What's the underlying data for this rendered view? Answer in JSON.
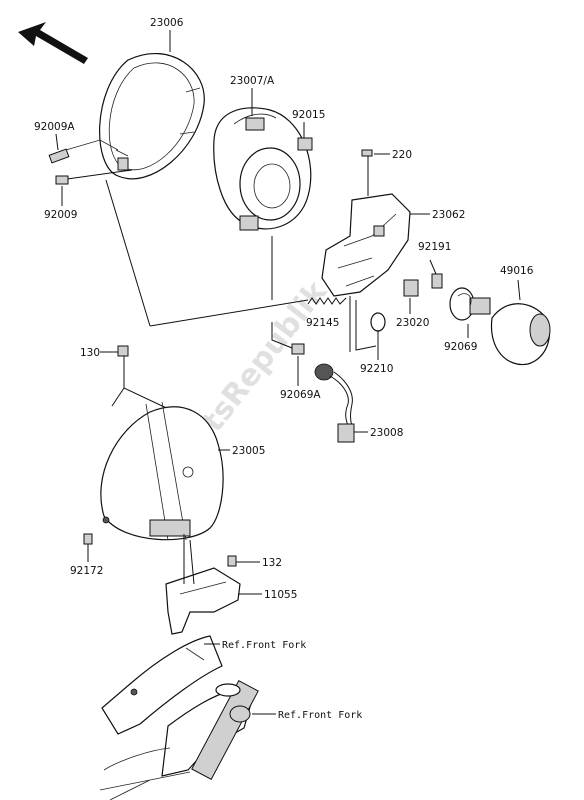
{
  "watermark": "PartsRepublik",
  "parts": [
    {
      "id": "p-23006",
      "number": "23006"
    },
    {
      "id": "p-23007A",
      "number": "23007/A"
    },
    {
      "id": "p-92015",
      "number": "92015"
    },
    {
      "id": "p-92009A",
      "number": "92009A"
    },
    {
      "id": "p-92009",
      "number": "92009"
    },
    {
      "id": "p-220",
      "number": "220"
    },
    {
      "id": "p-23062",
      "number": "23062"
    },
    {
      "id": "p-92191",
      "number": "92191"
    },
    {
      "id": "p-49016",
      "number": "49016"
    },
    {
      "id": "p-92145",
      "number": "92145"
    },
    {
      "id": "p-23020",
      "number": "23020"
    },
    {
      "id": "p-92069",
      "number": "92069"
    },
    {
      "id": "p-92210",
      "number": "92210"
    },
    {
      "id": "p-130",
      "number": "130"
    },
    {
      "id": "p-92069A",
      "number": "92069A"
    },
    {
      "id": "p-23008",
      "number": "23008"
    },
    {
      "id": "p-23005",
      "number": "23005"
    },
    {
      "id": "p-92172",
      "number": "92172"
    },
    {
      "id": "p-132",
      "number": "132"
    },
    {
      "id": "p-11055",
      "number": "11055"
    }
  ],
  "references": [
    {
      "id": "ref-1",
      "text": "Ref.Front Fork"
    },
    {
      "id": "ref-2",
      "text": "Ref.Front Fork"
    }
  ]
}
